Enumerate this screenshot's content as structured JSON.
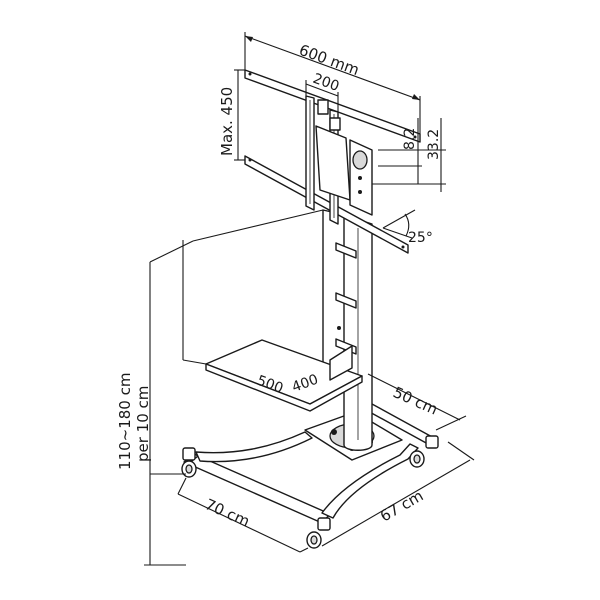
{
  "dimensions": {
    "bracket_width": "600 mm",
    "vesa_small": "200",
    "max_height": "Max. 450",
    "offset_small": "8.2",
    "offset_large": "33.2",
    "tilt": "25°",
    "height_range": "110~180 cm",
    "height_step": "per 10 cm",
    "shelf_depth": "500",
    "shelf_width": "400",
    "base_depth": "50 cm",
    "base_length": "70 cm",
    "base_width": "67 cm"
  }
}
